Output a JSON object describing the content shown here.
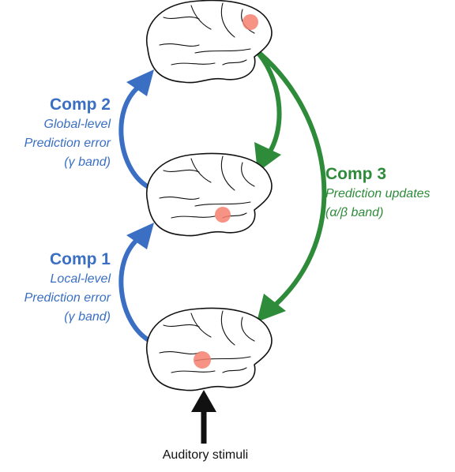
{
  "colors": {
    "blue": "#3a6fc4",
    "green": "#2e8b3a",
    "black": "#111111",
    "highlight": "#f4806e"
  },
  "comp2": {
    "title": "Comp 2",
    "line1": "Global-level",
    "line2": "Prediction error",
    "line3": "(γ band)"
  },
  "comp1": {
    "title": "Comp 1",
    "line1": "Local-level",
    "line2": "Prediction error",
    "line3": "(γ band)"
  },
  "comp3": {
    "title": "Comp 3",
    "line1": "Prediction updates",
    "line2": "(α/β band)"
  },
  "stimulus": {
    "label": "Auditory stimuli"
  }
}
